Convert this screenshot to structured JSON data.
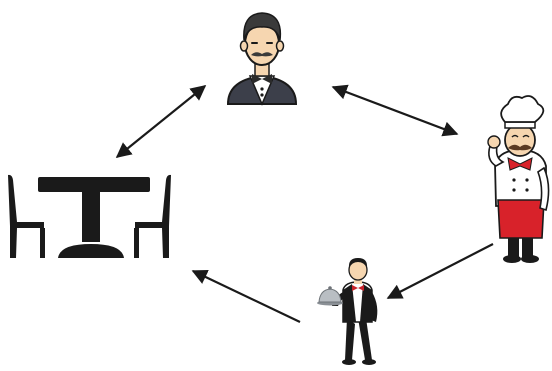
{
  "diagram": {
    "nodes": [
      {
        "id": "head-waiter",
        "icon": "head-waiter-icon"
      },
      {
        "id": "chef",
        "icon": "chef-icon"
      },
      {
        "id": "waiter",
        "icon": "waiter-with-cloche-icon"
      },
      {
        "id": "dining-table",
        "icon": "table-with-chairs-icon"
      }
    ],
    "edges": [
      {
        "from": "head-waiter",
        "to": "dining-table",
        "direction": "both"
      },
      {
        "from": "head-waiter",
        "to": "chef",
        "direction": "both"
      },
      {
        "from": "chef",
        "to": "waiter",
        "direction": "forward"
      },
      {
        "from": "waiter",
        "to": "dining-table",
        "direction": "forward"
      }
    ],
    "colors": {
      "outline": "#1a1a1a",
      "skin": "#f6d6b0",
      "hair": "#3a3a3a",
      "vest": "#3c3f4a",
      "bowtie_head": "#2b2b2b",
      "chef_red": "#d8222a",
      "waiter_bowtie": "#c8232b",
      "white": "#ffffff",
      "cloche": "#b9bec3"
    }
  }
}
